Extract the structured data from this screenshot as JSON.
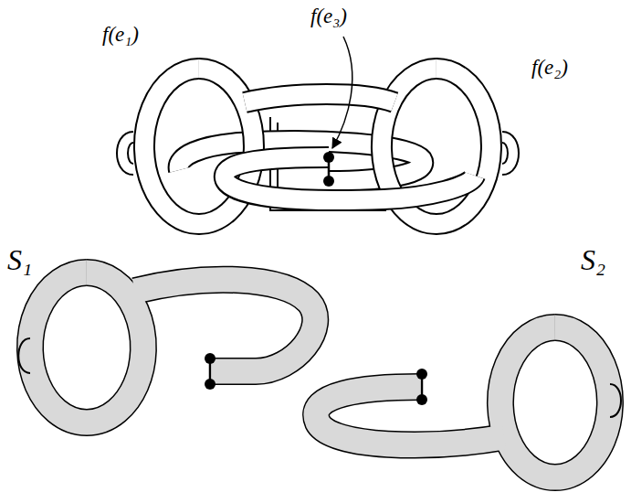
{
  "diagram": {
    "labels": [
      "f(e₃)",
      "f(e₁)",
      "f(e₂)",
      "S₁",
      "S₂"
    ]
  }
}
